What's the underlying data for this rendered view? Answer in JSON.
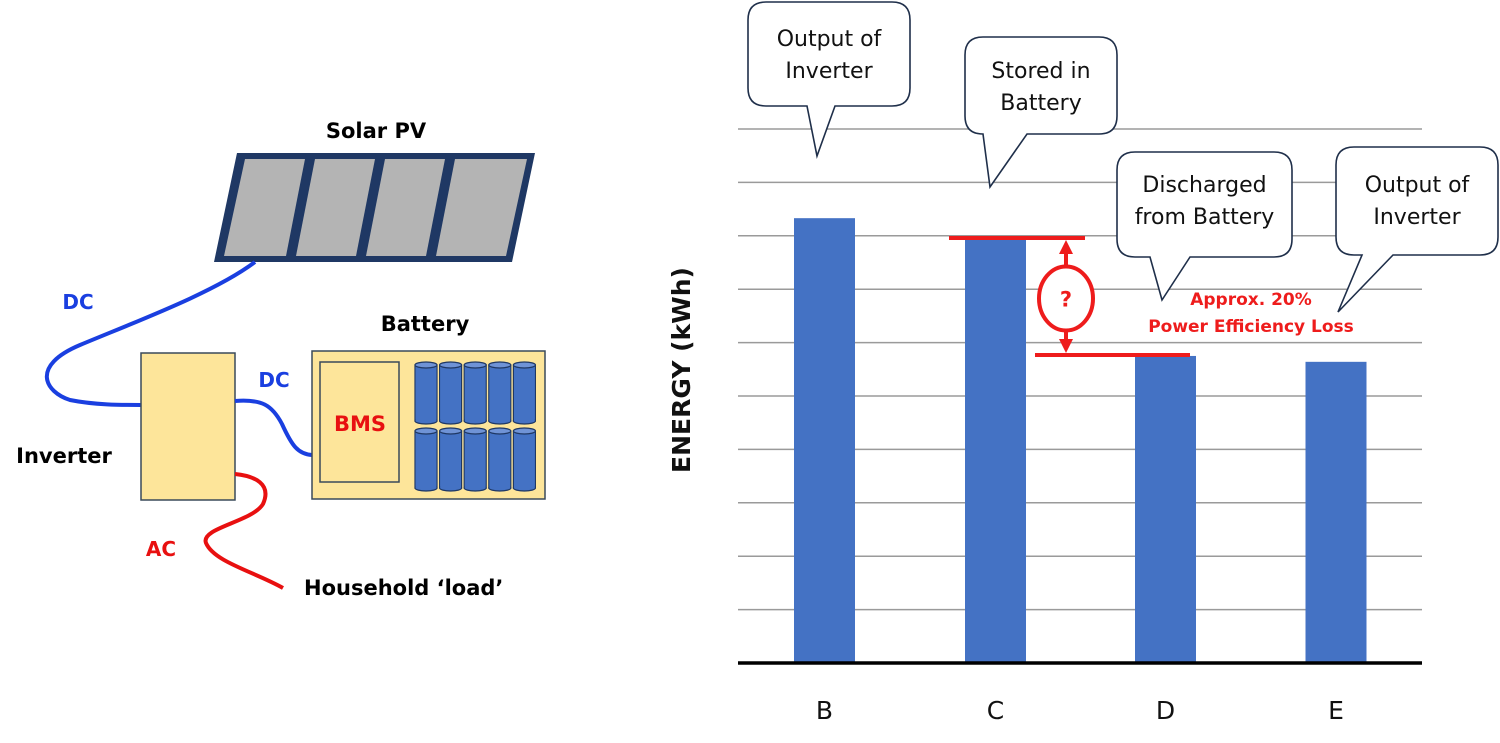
{
  "colors": {
    "bar": "#4472c4",
    "gridline": "#9a9a9a",
    "axis": "#000000",
    "loss_red": "#ee1c1c",
    "dc_blue": "#1a3fe0",
    "ac_red": "#e81010",
    "box_fill": "#fde59a",
    "box_stroke": "#3a4a5a",
    "panel_frame": "#1f3864",
    "panel_cell": "#b4b4b4",
    "cell_fill": "#4472c4",
    "cell_stroke": "#1f3864",
    "callout_stroke": "#1f2f4a"
  },
  "diagram": {
    "solar_label": "Solar PV",
    "battery_label": "Battery",
    "bms_label": "BMS",
    "inverter_label": "Inverter",
    "dc_label_1": "DC",
    "dc_label_2": "DC",
    "ac_label": "AC",
    "load_label": "Household ‘load’"
  },
  "chart_data": {
    "type": "bar",
    "title": "",
    "xlabel": "",
    "ylabel": "ENERGY (kWh)",
    "ylim": [
      0,
      10
    ],
    "grid": true,
    "y_tick_labels_shown": false,
    "categories": [
      "B",
      "C",
      "D",
      "E"
    ],
    "values": [
      8.33,
      7.94,
      5.75,
      5.64
    ],
    "callouts": [
      {
        "category": "B",
        "lines": [
          "Output of",
          "Inverter"
        ]
      },
      {
        "category": "C",
        "lines": [
          "Stored in",
          "Battery"
        ]
      },
      {
        "category": "D",
        "lines": [
          "Discharged",
          "from Battery"
        ]
      },
      {
        "category": "E",
        "lines": [
          "Output of",
          "Inverter"
        ]
      }
    ],
    "annotations": {
      "question_mark": "?",
      "loss_line_1": "Approx. 20%",
      "loss_line_2": "Power Efficiency Loss",
      "loss_from_category": "C",
      "loss_to_category": "D"
    }
  }
}
